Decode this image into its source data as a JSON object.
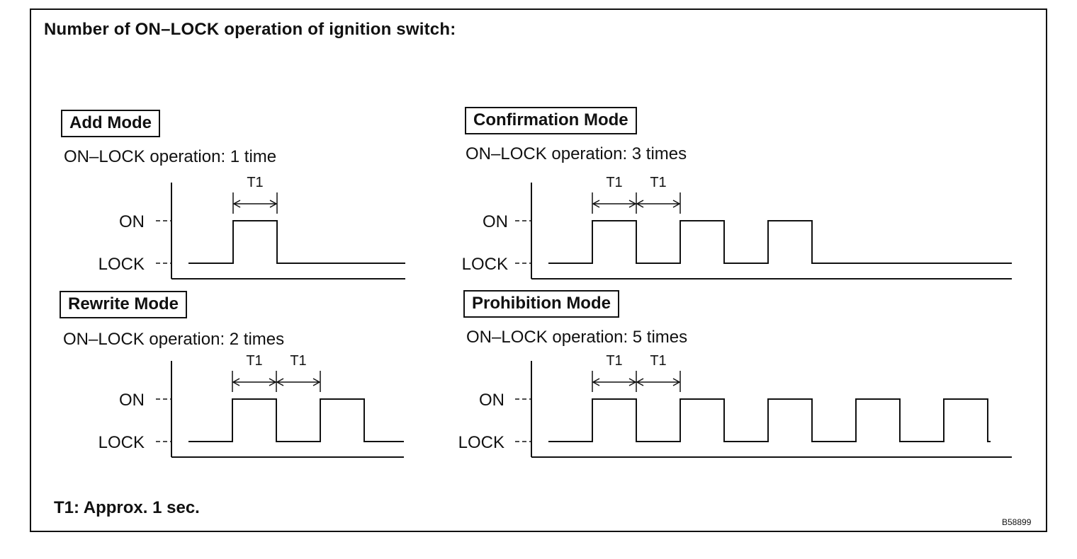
{
  "title": "Number of ON–LOCK operation of ignition switch:",
  "footnote": "T1: Approx. 1 sec.",
  "figure_id": "B58899",
  "y_labels": {
    "on": "ON",
    "lock": "LOCK"
  },
  "interval_label": "T1",
  "panels": [
    {
      "id": "add",
      "mode": "Add Mode",
      "operation": "ON–LOCK operation: 1 time",
      "on_count": 1,
      "marked_intervals": 1
    },
    {
      "id": "confirmation",
      "mode": "Confirmation Mode",
      "operation": "ON–LOCK operation: 3 times",
      "on_count": 3,
      "marked_intervals": 2
    },
    {
      "id": "rewrite",
      "mode": "Rewrite Mode",
      "operation": "ON–LOCK operation: 2 times",
      "on_count": 2,
      "marked_intervals": 2
    },
    {
      "id": "prohibition",
      "mode": "Prohibition Mode",
      "operation": "ON–LOCK operation: 5 times",
      "on_count": 5,
      "marked_intervals": 2
    }
  ]
}
